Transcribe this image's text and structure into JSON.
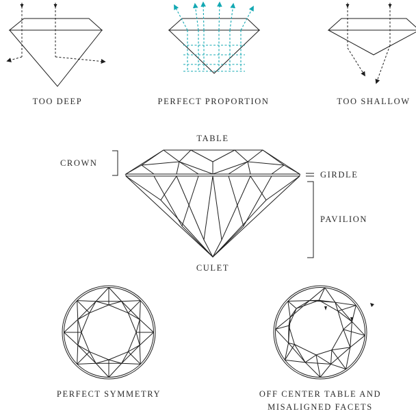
{
  "labels": {
    "too_deep": "TOO DEEP",
    "perfect_proportion": "PERFECT PROPORTION",
    "too_shallow": "TOO SHALLOW",
    "table": "TABLE",
    "crown": "CROWN",
    "girdle": "GIRDLE",
    "pavilion": "PAVILION",
    "culet": "CULET",
    "perfect_symmetry": "PERFECT SYMMETRY",
    "off_center_line1": "OFF CENTER TABLE AND",
    "off_center_line2": "MISALIGNED FACETS"
  },
  "colors": {
    "line": "#1d1d1d",
    "light_path": "#13a8b3",
    "text": "#2a2a2a"
  }
}
